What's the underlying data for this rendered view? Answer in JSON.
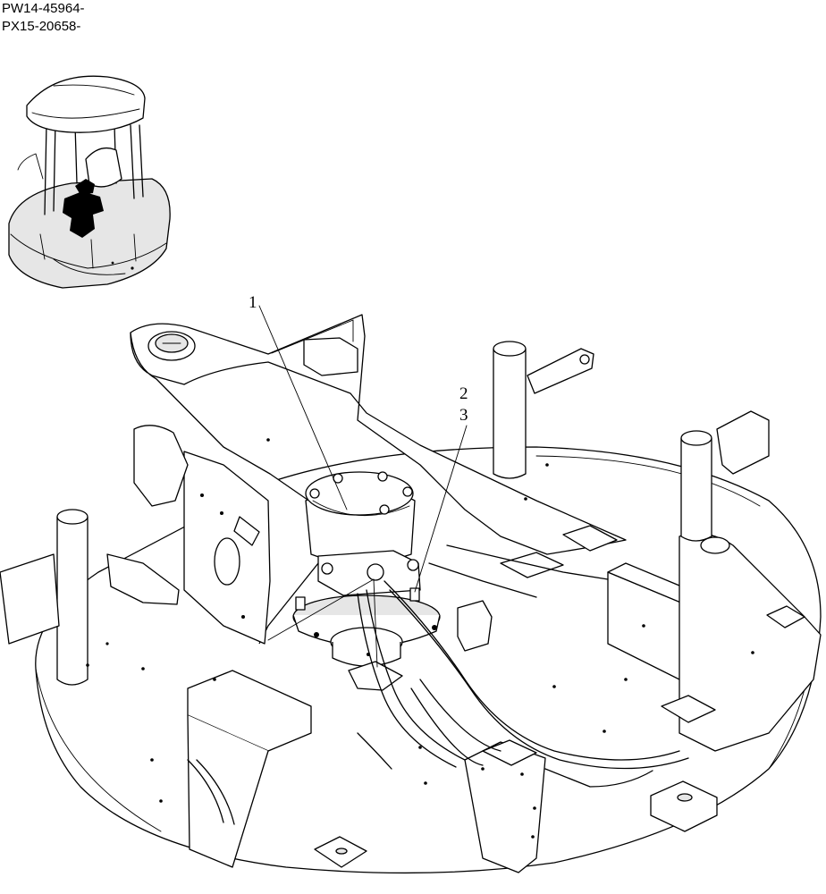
{
  "serial_ranges": [
    "PW14-45964-",
    "PX15-20658-"
  ],
  "callouts": [
    {
      "label": "1"
    },
    {
      "label": "2"
    },
    {
      "label": "3"
    }
  ],
  "colors": {
    "line": "#000000",
    "background": "#ffffff",
    "shade": "#e6e6e6"
  }
}
